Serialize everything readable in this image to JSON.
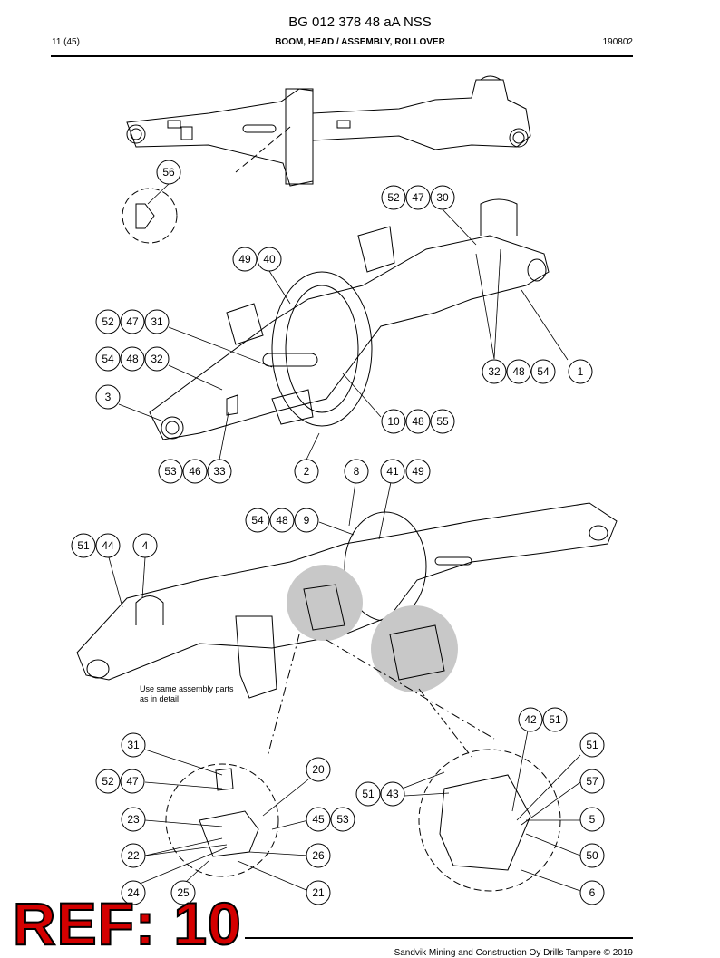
{
  "header": {
    "doc_number": "BG 012 378 48 aA NSS",
    "page": "11 (45)",
    "section_title": "BOOM, HEAD / ASSEMBLY, ROLLOVER",
    "date": "190802"
  },
  "callouts": [
    "56",
    "52",
    "47",
    "30",
    "49",
    "40",
    "52",
    "47",
    "31",
    "54",
    "48",
    "32",
    "32",
    "48",
    "54",
    "1",
    "3",
    "10",
    "48",
    "55",
    "53",
    "46",
    "33",
    "2",
    "8",
    "41",
    "49",
    "54",
    "48",
    "9",
    "51",
    "44",
    "4",
    "42",
    "51",
    "31",
    "51",
    "20",
    "52",
    "47",
    "57",
    "51",
    "43",
    "23",
    "45",
    "53",
    "5",
    "22",
    "26",
    "50",
    "24",
    "25",
    "21",
    "6"
  ],
  "detail_note": "Use same assembly parts as in detail",
  "stamp": "REF: 10",
  "footer": "Sandvik Mining and Construction Oy Drills Tampere © 2019"
}
